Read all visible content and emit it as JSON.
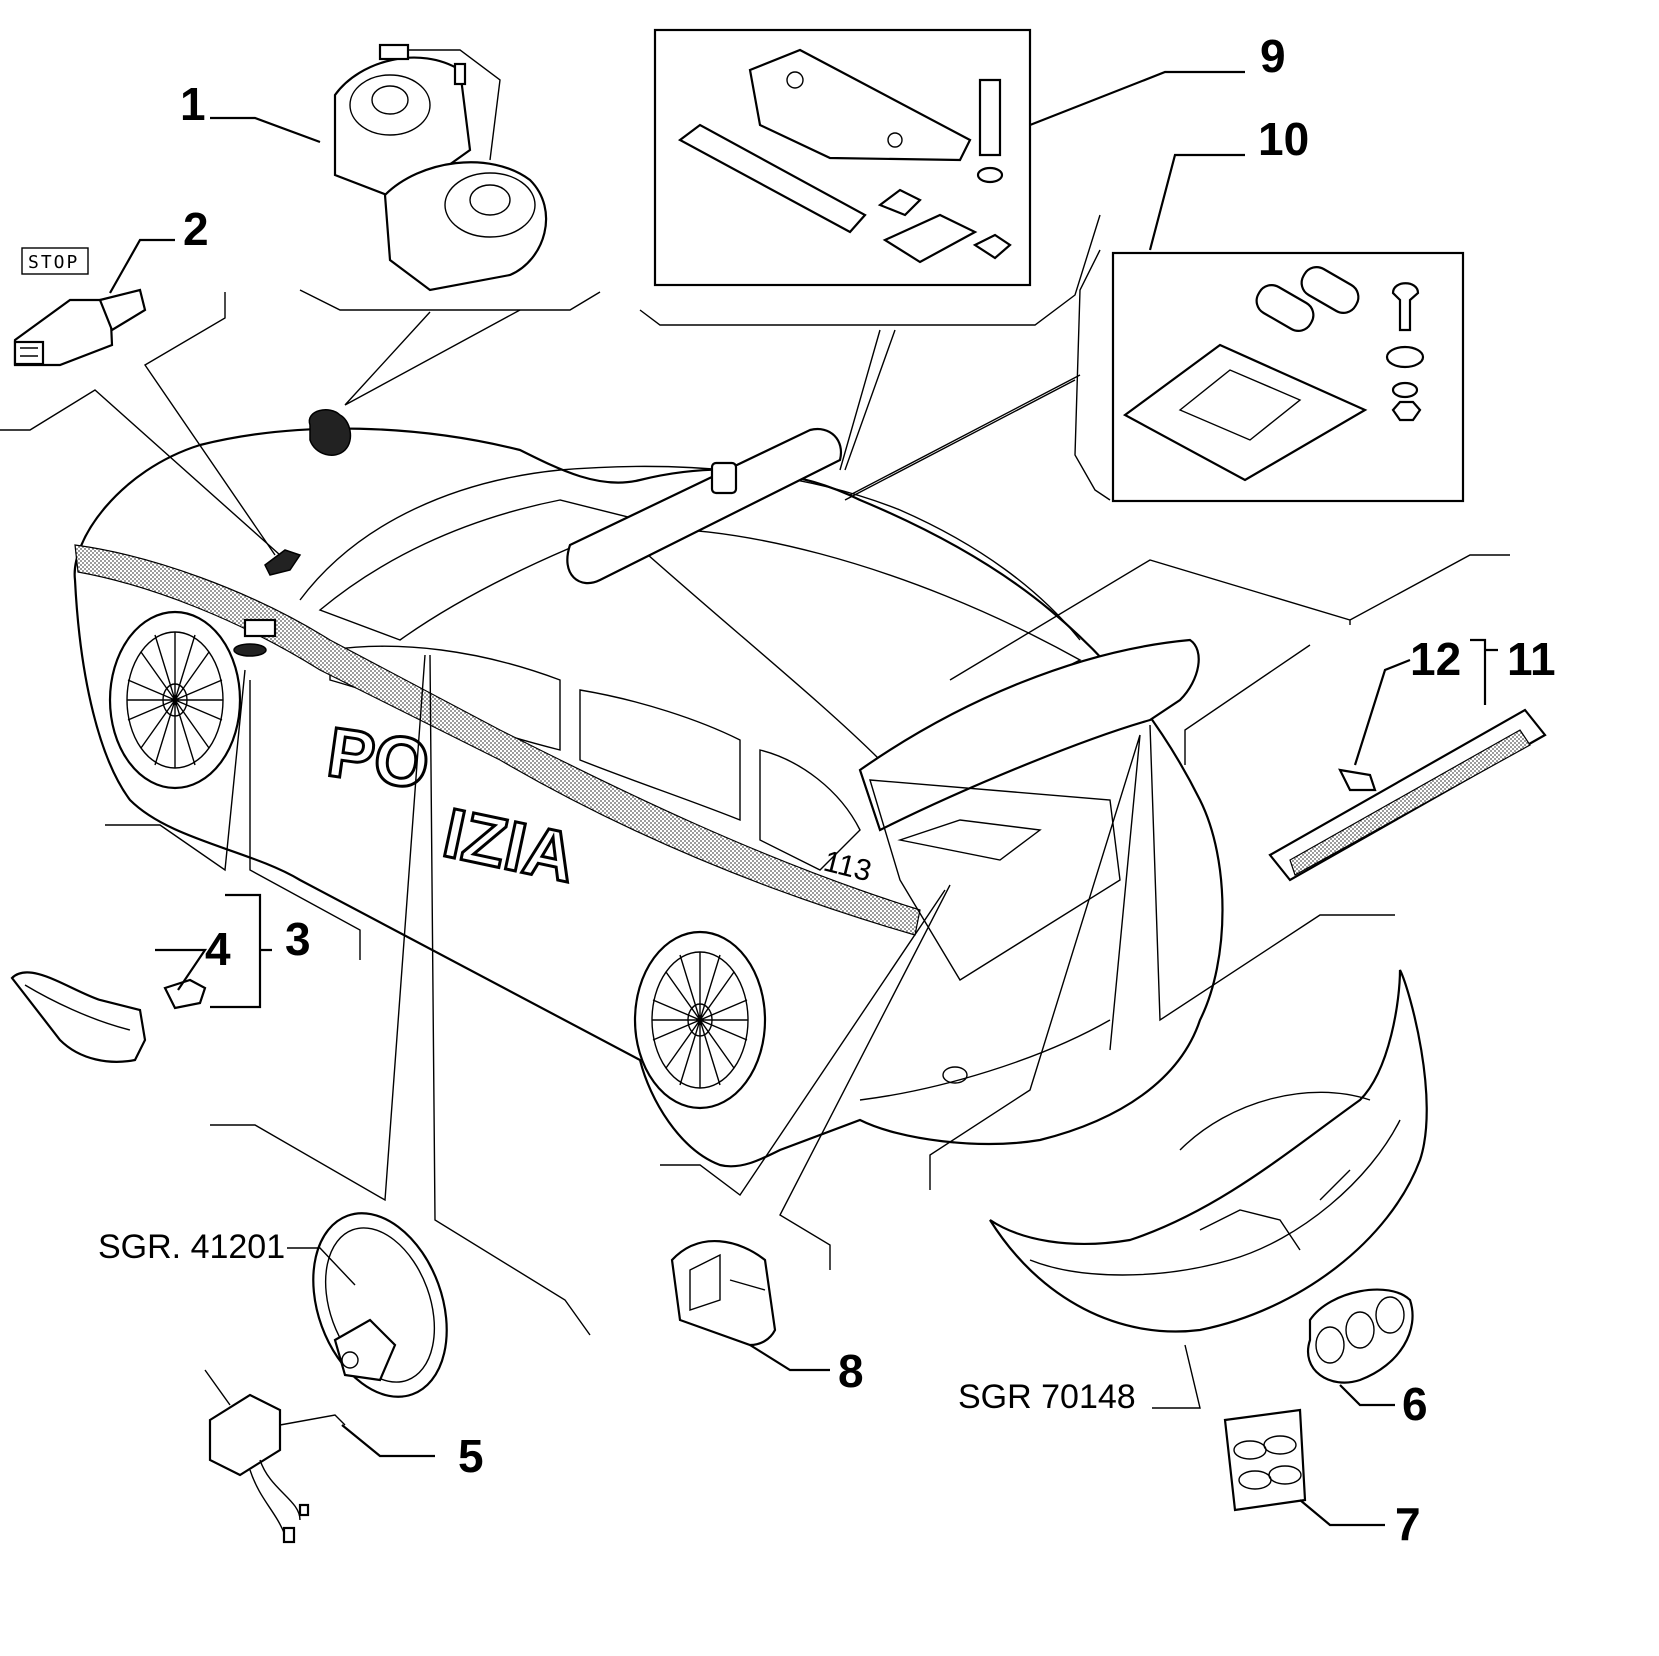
{
  "stop_label": "STOP",
  "callouts": [
    {
      "id": "1",
      "label": "1"
    },
    {
      "id": "2",
      "label": "2"
    },
    {
      "id": "3",
      "label": "3"
    },
    {
      "id": "4",
      "label": "4"
    },
    {
      "id": "5",
      "label": "5"
    },
    {
      "id": "6",
      "label": "6"
    },
    {
      "id": "7",
      "label": "7"
    },
    {
      "id": "8",
      "label": "8"
    },
    {
      "id": "9",
      "label": "9"
    },
    {
      "id": "10",
      "label": "10"
    },
    {
      "id": "11",
      "label": "11"
    },
    {
      "id": "12",
      "label": "12"
    }
  ],
  "references": {
    "steering": "SGR. 41201",
    "bumper": "SGR 70148"
  },
  "car_markings": {
    "door_text_1": "PO",
    "door_text_2": "IZIA",
    "number": "113"
  }
}
